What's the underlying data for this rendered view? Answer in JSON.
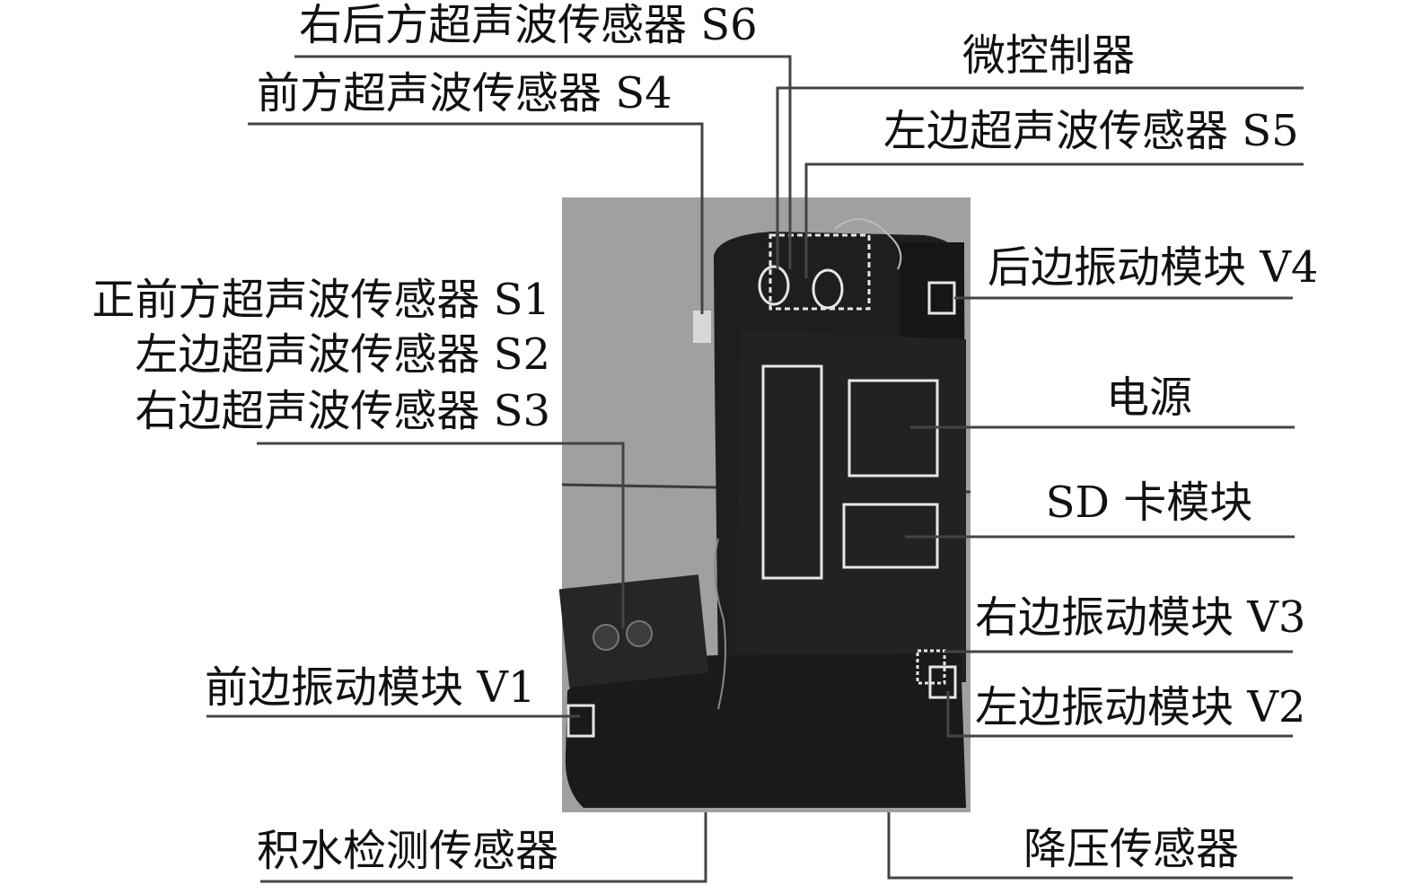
{
  "labels": {
    "s6": "右后方超声波传感器 S6",
    "mcu": "微控制器",
    "s4": "前方超声波传感器 S4",
    "s5": "左边超声波传感器 S5",
    "s1": "正前方超声波传感器 S1",
    "s2": "左边超声波传感器 S2",
    "s3": "右边超声波传感器 S3",
    "v4": "后边振动模块 V4",
    "power": "电源",
    "sd": "SD 卡模块",
    "v3": "右边振动模块 V3",
    "v2": "左边振动模块 V2",
    "v1": "前边振动模块 V1",
    "water": "积水检测传感器",
    "pressure": "降压传感器"
  },
  "colors": {
    "line": "#444444",
    "photo_bg": "#9c9c9c",
    "boot": "#1c1c1c",
    "box_outline": "#e6e6e6"
  }
}
